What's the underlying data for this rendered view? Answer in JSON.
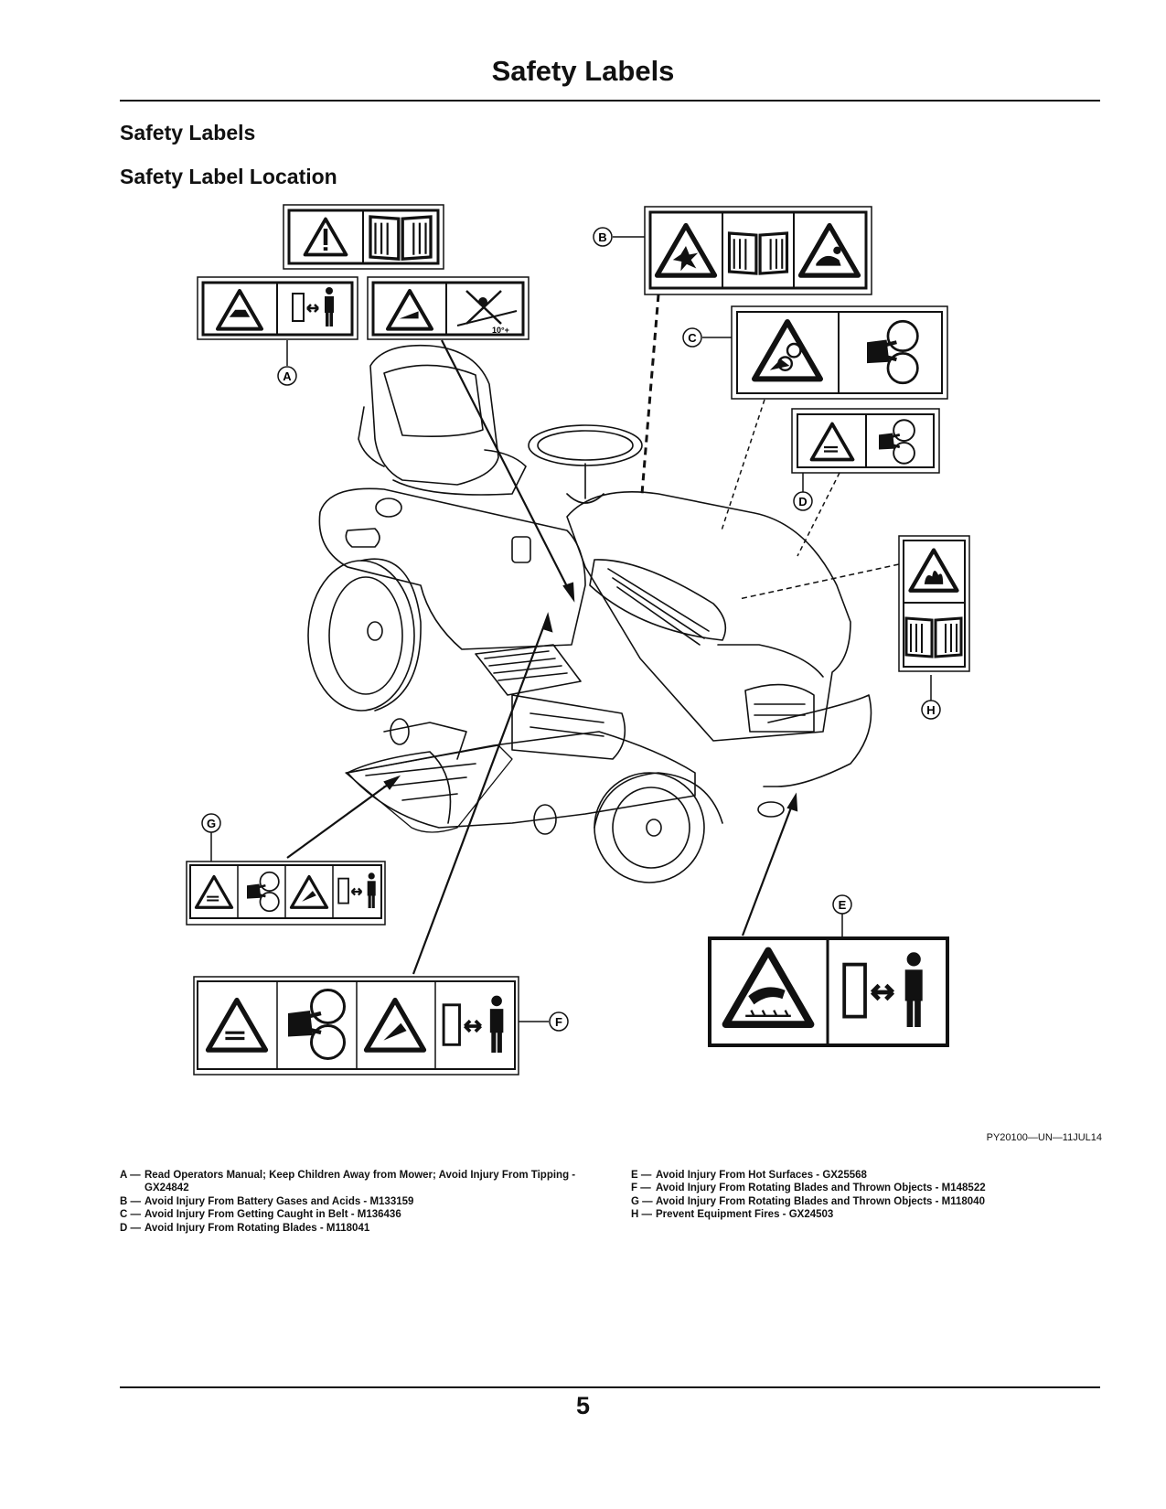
{
  "page": {
    "title": "Safety Labels",
    "section_heading": "Safety Labels",
    "subsection_heading": "Safety Label Location",
    "page_number": "5"
  },
  "figure": {
    "code": "PY20100—UN—11JUL14",
    "callouts": [
      "A",
      "B",
      "C",
      "D",
      "E",
      "F",
      "G",
      "H"
    ],
    "small_label_text": "10°+"
  },
  "legend_left": [
    {
      "key": "A —",
      "text": "Read Operators Manual; Keep Children Away from Mower; Avoid Injury From Tipping - GX24842"
    },
    {
      "key": "B —",
      "text": "Avoid Injury From Battery Gases and Acids - M133159"
    },
    {
      "key": "C —",
      "text": "Avoid Injury From Getting Caught in Belt - M136436"
    },
    {
      "key": "D —",
      "text": "Avoid Injury From Rotating Blades - M118041"
    }
  ],
  "legend_right": [
    {
      "key": "E —",
      "text": "Avoid Injury From Hot Surfaces - GX25568"
    },
    {
      "key": "F —",
      "text": "Avoid Injury From Rotating Blades and Thrown Objects - M148522"
    },
    {
      "key": "G —",
      "text": "Avoid Injury From Rotating Blades and Thrown Objects - M118040"
    },
    {
      "key": "H —",
      "text": "Prevent Equipment Fires - GX24503"
    }
  ]
}
